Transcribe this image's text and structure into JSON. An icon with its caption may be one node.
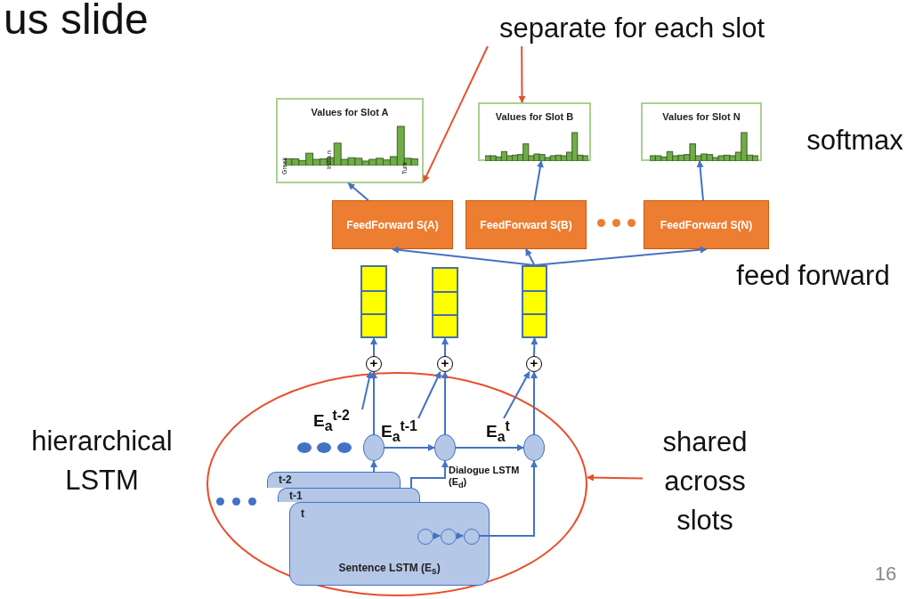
{
  "diagram": {
    "title": "us slide",
    "nodes": [
      {
        "text": [
          "Values for Slot A"
        ]
      },
      {
        "text": [
          "Values for Slot B"
        ]
      },
      {
        "text": [
          "Values for Slot N"
        ]
      },
      {
        "text": [
          "FeedForward S(A)"
        ]
      },
      {
        "text": [
          "FeedForward S(B)"
        ]
      },
      {
        "text": [
          "FeedForward S(N)"
        ]
      },
      {
        "text": [],
        "shape": "box"
      },
      {
        "text": [],
        "shape": "box"
      },
      {
        "text": [],
        "shape": "box"
      },
      {
        "text": [
          "+"
        ]
      },
      {
        "text": [
          "+"
        ]
      },
      {
        "text": [
          "+"
        ]
      },
      {
        "text": [],
        "shape": "ellipse"
      },
      {
        "text": [],
        "shape": "circle",
        "in": 12
      },
      {
        "text": [],
        "shape": "circle",
        "in": 12
      },
      {
        "text": [],
        "shape": "circle",
        "in": 12
      },
      {
        "text": [
          "t-2"
        ],
        "in": 12
      },
      {
        "text": [
          "t-1"
        ],
        "in": 12
      },
      {
        "text": [
          "t",
          "Sentence LSTM (E$_{s}$)"
        ],
        "in": 12
      },
      {
        "text": [],
        "shape": "circle",
        "in": 18
      },
      {
        "text": [],
        "shape": "circle",
        "in": 18
      },
      {
        "text": [],
        "shape": "circle",
        "in": 18
      },
      {
        "text": [
          "separate for each slot"
        ]
      },
      {
        "text": [
          "shared across slots"
        ]
      },
      {
        "text": [
          "E$_{a}$$^{t-2}$"
        ],
        "in": 12
      },
      {
        "text": [
          "E$_{a}$$^{t-1}$"
        ],
        "in": 12
      },
      {
        "text": [
          "E$_{a}$$^{t}$"
        ],
        "in": 12
      }
    ],
    "edges": [
      {
        "from": 22,
        "to": 0,
        "arrow": "to",
        "color": "#e8502c"
      },
      {
        "from": 22,
        "to": 1,
        "arrow": "to",
        "color": "#e8502c"
      },
      {
        "from": 23,
        "to": 12,
        "arrow": "to",
        "color": "#e8502c"
      },
      {
        "from": 3,
        "to": 0,
        "arrow": "to"
      },
      {
        "from": 4,
        "to": 1,
        "arrow": "to"
      },
      {
        "from": 5,
        "to": 2,
        "arrow": "to"
      },
      {
        "from": 8,
        "to": 3,
        "arrow": "to"
      },
      {
        "from": 8,
        "to": 4,
        "arrow": "to"
      },
      {
        "from": 8,
        "to": 5,
        "arrow": "to"
      },
      {
        "from": 9,
        "to": 6,
        "arrow": "to"
      },
      {
        "from": 10,
        "to": 7,
        "arrow": "to"
      },
      {
        "from": 11,
        "to": 8,
        "arrow": "to"
      },
      {
        "from": 13,
        "to": 9,
        "arrow": "to"
      },
      {
        "from": 14,
        "to": 10,
        "arrow": "to"
      },
      {
        "from": 15,
        "to": 11,
        "arrow": "to"
      },
      {
        "from": 24,
        "to": 9,
        "arrow": "to"
      },
      {
        "from": 25,
        "to": 10,
        "arrow": "to"
      },
      {
        "from": 26,
        "to": 11,
        "arrow": "to"
      },
      {
        "from": 13,
        "to": 14,
        "arrow": "to"
      },
      {
        "from": 14,
        "to": 15,
        "arrow": "to"
      },
      {
        "from": 16,
        "to": 13,
        "arrow": "to"
      },
      {
        "from": 17,
        "to": 14,
        "arrow": "to"
      },
      {
        "from": 21,
        "to": 15,
        "arrow": "to"
      },
      {
        "from": 19,
        "to": 20,
        "arrow": "to"
      },
      {
        "from": 20,
        "to": 21,
        "arrow": "to"
      }
    ],
    "labels": [
      "softmax",
      "feed forward",
      "hierarchical LSTM",
      "Dialogue LSTM (E$_{d}$)",
      "16",
      "Greek",
      "India n",
      "Turk"
    ]
  }
}
